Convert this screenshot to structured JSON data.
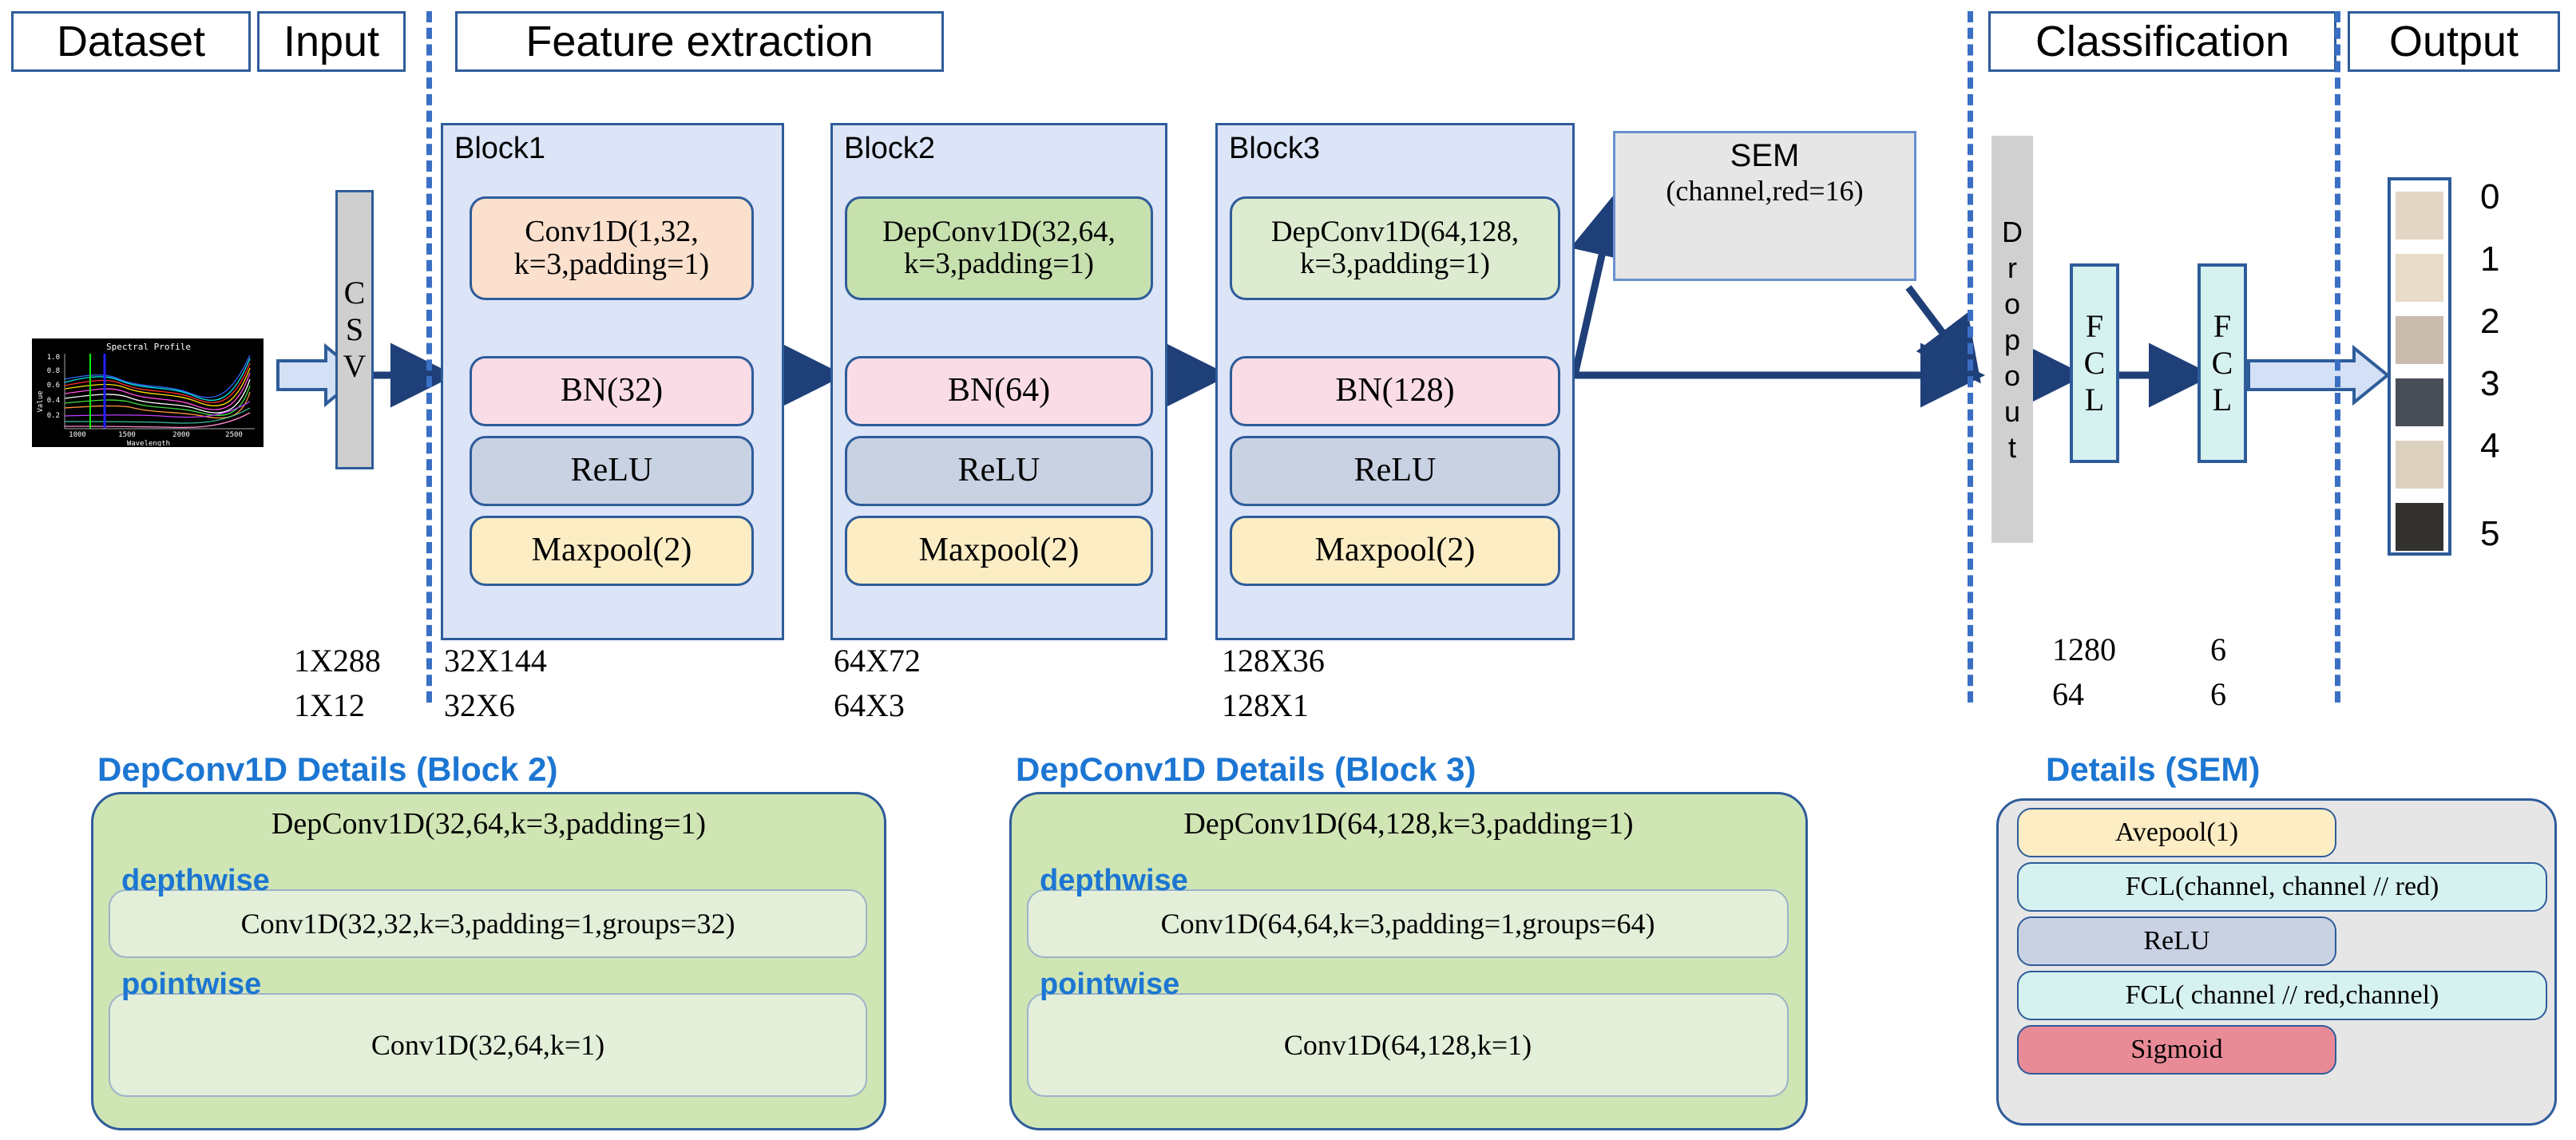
{
  "stages": [
    {
      "id": "dataset",
      "label": "Dataset"
    },
    {
      "id": "input",
      "label": "Input"
    },
    {
      "id": "feature",
      "label": "Feature extraction"
    },
    {
      "id": "classification",
      "label": "Classification"
    },
    {
      "id": "output",
      "label": "Output"
    }
  ],
  "input": {
    "csv_label": [
      "C",
      "S",
      "V"
    ]
  },
  "thumbnail": {
    "title": "Spectral Profile",
    "ylabel": "Value",
    "xlabel": "Wavelength",
    "yticks": [
      "1.0",
      "0.8",
      "0.6",
      "0.4",
      "0.2"
    ],
    "xticks": [
      "1000",
      "1500",
      "2000",
      "2500"
    ]
  },
  "blocks": [
    {
      "title": "Block1",
      "layers": [
        {
          "name": "conv",
          "text": "Conv1D(1,32,\nk=3,padding=1)",
          "style": "l-conv"
        },
        {
          "name": "bn",
          "text": "BN(32)",
          "style": "l-bn"
        },
        {
          "name": "relu",
          "text": "ReLU",
          "style": "l-relu"
        },
        {
          "name": "maxpool",
          "text": "Maxpool(2)",
          "style": "l-pool"
        }
      ],
      "dims": [
        "32X144",
        "32X6"
      ]
    },
    {
      "title": "Block2",
      "layers": [
        {
          "name": "depconv",
          "text": "DepConv1D(32,64,\nk=3,padding=1)",
          "style": "l-dep"
        },
        {
          "name": "bn",
          "text": "BN(64)",
          "style": "l-bn"
        },
        {
          "name": "relu",
          "text": "ReLU",
          "style": "l-relu"
        },
        {
          "name": "maxpool",
          "text": "Maxpool(2)",
          "style": "l-pool"
        }
      ],
      "dims": [
        "64X72",
        "64X3"
      ]
    },
    {
      "title": "Block3",
      "layers": [
        {
          "name": "depconv",
          "text": "DepConv1D(64,128,\nk=3,padding=1)",
          "style": "l-dep3"
        },
        {
          "name": "bn",
          "text": "BN(128)",
          "style": "l-bn"
        },
        {
          "name": "relu",
          "text": "ReLU",
          "style": "l-relu"
        },
        {
          "name": "maxpool",
          "text": "Maxpool(2)",
          "style": "l-pool"
        }
      ],
      "dims": [
        "128X36",
        "128X1"
      ]
    }
  ],
  "input_dims": [
    "1X288",
    "1X12"
  ],
  "sem": {
    "title": "SEM",
    "params": "(channel,red=16)"
  },
  "classification": {
    "dropout_label": [
      "D",
      "r",
      "o",
      "p",
      "o",
      "u",
      "t"
    ],
    "fcl1": [
      "F",
      "C",
      "L"
    ],
    "fcl2": [
      "F",
      "C",
      "L"
    ],
    "dims_row1": [
      "1280",
      "6"
    ],
    "dims_row2": [
      "64",
      "6"
    ]
  },
  "output": {
    "classes": [
      "0",
      "1",
      "2",
      "3",
      "4",
      "5"
    ],
    "swatch_colors": [
      "#E3D6C4",
      "#E8DCC8",
      "#C9BCAE",
      "#4A4E59",
      "#DCD0BE",
      "#33322E"
    ]
  },
  "details_block2": {
    "title": "DepConv1D Details (Block 2)",
    "head": "DepConv1D(32,64,k=3,padding=1)",
    "depthwise_label": "depthwise",
    "depthwise_text": "Conv1D(32,32,k=3,padding=1,groups=32)",
    "pointwise_label": "pointwise",
    "pointwise_text": "Conv1D(32,64,k=1)"
  },
  "details_block3": {
    "title": "DepConv1D Details (Block 3)",
    "head": "DepConv1D(64,128,k=3,padding=1)",
    "depthwise_label": "depthwise",
    "depthwise_text": "Conv1D(64,64,k=3,padding=1,groups=64)",
    "pointwise_label": "pointwise",
    "pointwise_text": "Conv1D(64,128,k=1)"
  },
  "details_sem": {
    "title": "Details (SEM)",
    "rows": [
      {
        "text": "Avepool(1)",
        "style": "s-ave"
      },
      {
        "text": "FCL(channel, channel // red)",
        "style": "s-fcl"
      },
      {
        "text": "ReLU",
        "style": "s-relu"
      },
      {
        "text": "FCL( channel // red,channel)",
        "style": "s-fcl"
      },
      {
        "text": "Sigmoid",
        "style": "s-sig"
      }
    ]
  },
  "colors": {
    "border": "#2E5C9A",
    "dashed": "#3A6FC4",
    "block_bg": "#DCE4F7",
    "accent_text": "#1C76D2",
    "arrow": "#1F3F78"
  }
}
